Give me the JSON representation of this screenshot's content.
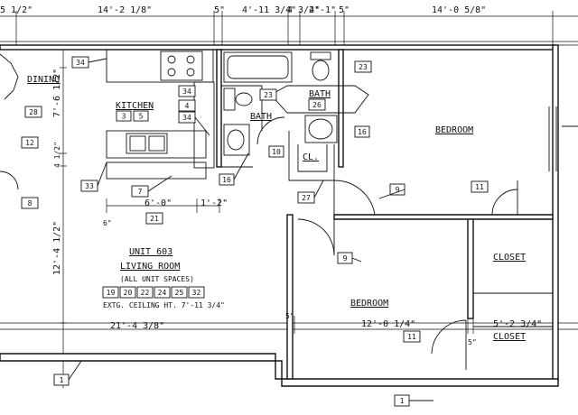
{
  "dimensions": {
    "top_left": "5 1/2\"",
    "kitchen_width": "14'-2 1/8\"",
    "wall_a": "5\"",
    "bath_width": "4'-11 3/4\"",
    "wall_b": "4 3/4\"",
    "closet_w": "2'-1\"",
    "wall_c": "5\"",
    "bedroom_width": "14'-0 5/8\"",
    "dining_height": "7'-6 1/2\"",
    "wall_d": "4 1/2\"",
    "counter_width": "6'-0\"",
    "counter_gap": "1'-2\"",
    "offset": "6\"",
    "living_height": "12'-4 1/2\"",
    "living_width": "21'-4 3/8\"",
    "wall_e": "5\"",
    "bedroom2_width": "12'-0 1/4\"",
    "closet2_width": "5'-2 3/4\"",
    "wall_f": "5\""
  },
  "rooms": {
    "dining": "DINING",
    "kitchen": "KITCHEN",
    "bath": "BATH",
    "bath2": "BATH",
    "closet_small": "CL.",
    "bedroom1": "BEDROOM",
    "bedroom2": "BEDROOM",
    "closet1": "CLOSET",
    "closet2": "CLOSET",
    "unit_name": "UNIT 603",
    "living": "LIVING ROOM",
    "living_note": "(ALL UNIT SPACES)",
    "ceiling_note": "EXTG. CEILING HT. 7'-11 3/4\""
  },
  "living_tags": [
    "19",
    "20",
    "22",
    "24",
    "25",
    "32"
  ],
  "kitchen_tags": [
    "3",
    "5"
  ],
  "tags": {
    "t34a": "34",
    "t28": "28",
    "t12": "12",
    "t8": "8",
    "t33": "33",
    "t7": "7",
    "t21": "21",
    "t34b": "34",
    "t4": "4",
    "t34c": "34",
    "t23a": "23",
    "t16a": "16",
    "t10": "10",
    "t23b": "23",
    "t26": "26",
    "t16b": "16",
    "t27": "27",
    "t9a": "9",
    "t11a": "11",
    "t9b": "9",
    "t11b": "11",
    "t1a": "1",
    "t1b": "1"
  }
}
